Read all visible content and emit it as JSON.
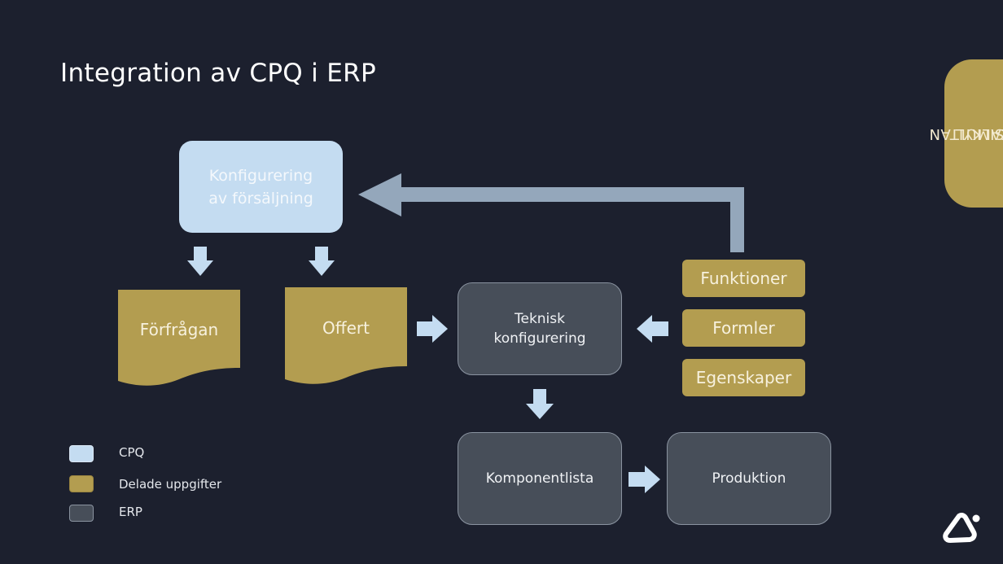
{
  "title": "Integration av CPQ i ERP",
  "side_tab": {
    "line1": "SIMULTAN",
    "line2": "KALKYL"
  },
  "colors": {
    "background": "#1c202e",
    "cpq": "#c4dcf1",
    "shared": "#b39d50",
    "erp": "#474e59",
    "feedback_arrow": "#94a7bb"
  },
  "nodes": {
    "cpq_config": {
      "line1": "Konfigurering",
      "line2": "av försäljning"
    },
    "inquiry": "Förfrågan",
    "quote": "Offert",
    "tech_config": {
      "line1": "Teknisk",
      "line2": "konfigurering"
    },
    "component_list": "Komponentlista",
    "production": "Produktion",
    "functions": "Funktioner",
    "formulas": "Formler",
    "properties": "Egenskaper"
  },
  "legend": [
    {
      "label": "CPQ",
      "category": "cpq"
    },
    {
      "label": "Delade uppgifter",
      "category": "shared"
    },
    {
      "label": "ERP",
      "category": "erp"
    }
  ],
  "logo": "company-logo-icon"
}
